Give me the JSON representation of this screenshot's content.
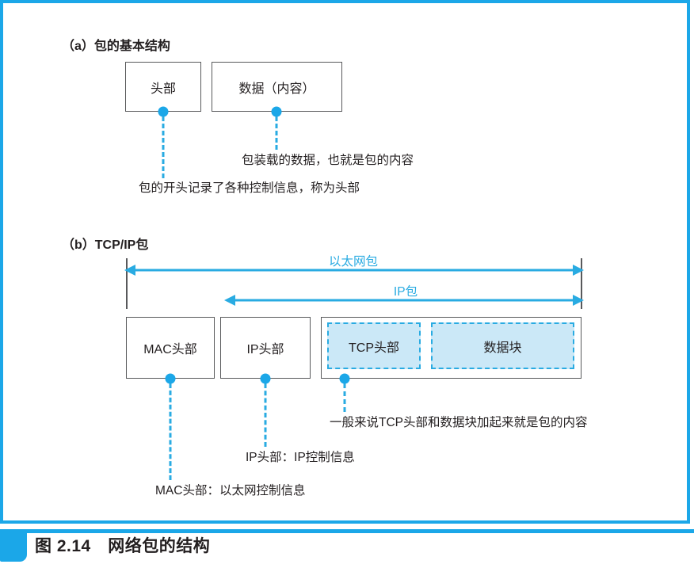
{
  "figure": {
    "caption": "图 2.14　网络包的结构",
    "accent_color": "#1ba7e8",
    "fill_color": "#cbe8f7",
    "dash_color": "#29abe2",
    "outline_color": "#58595b"
  },
  "section_a": {
    "heading": "（a）包的基本结构",
    "boxes": [
      {
        "label": "头部"
      },
      {
        "label": "数据（内容）"
      }
    ],
    "notes": [
      {
        "text": "包装载的数据，也就是包的内容"
      },
      {
        "text": "包的开头记录了各种控制信息，称为头部"
      }
    ]
  },
  "section_b": {
    "heading": "（b）TCP/IP包",
    "arrows": [
      {
        "label": "以太网包"
      },
      {
        "label": "IP包"
      }
    ],
    "boxes": [
      {
        "label": "MAC头部"
      },
      {
        "label": "IP头部"
      }
    ],
    "inner_boxes": [
      {
        "label": "TCP头部"
      },
      {
        "label": "数据块"
      }
    ],
    "notes": [
      {
        "text": "一般来说TCP头部和数据块加起来就是包的内容"
      },
      {
        "text": "IP头部：IP控制信息"
      },
      {
        "text": "MAC头部：以太网控制信息"
      }
    ]
  }
}
